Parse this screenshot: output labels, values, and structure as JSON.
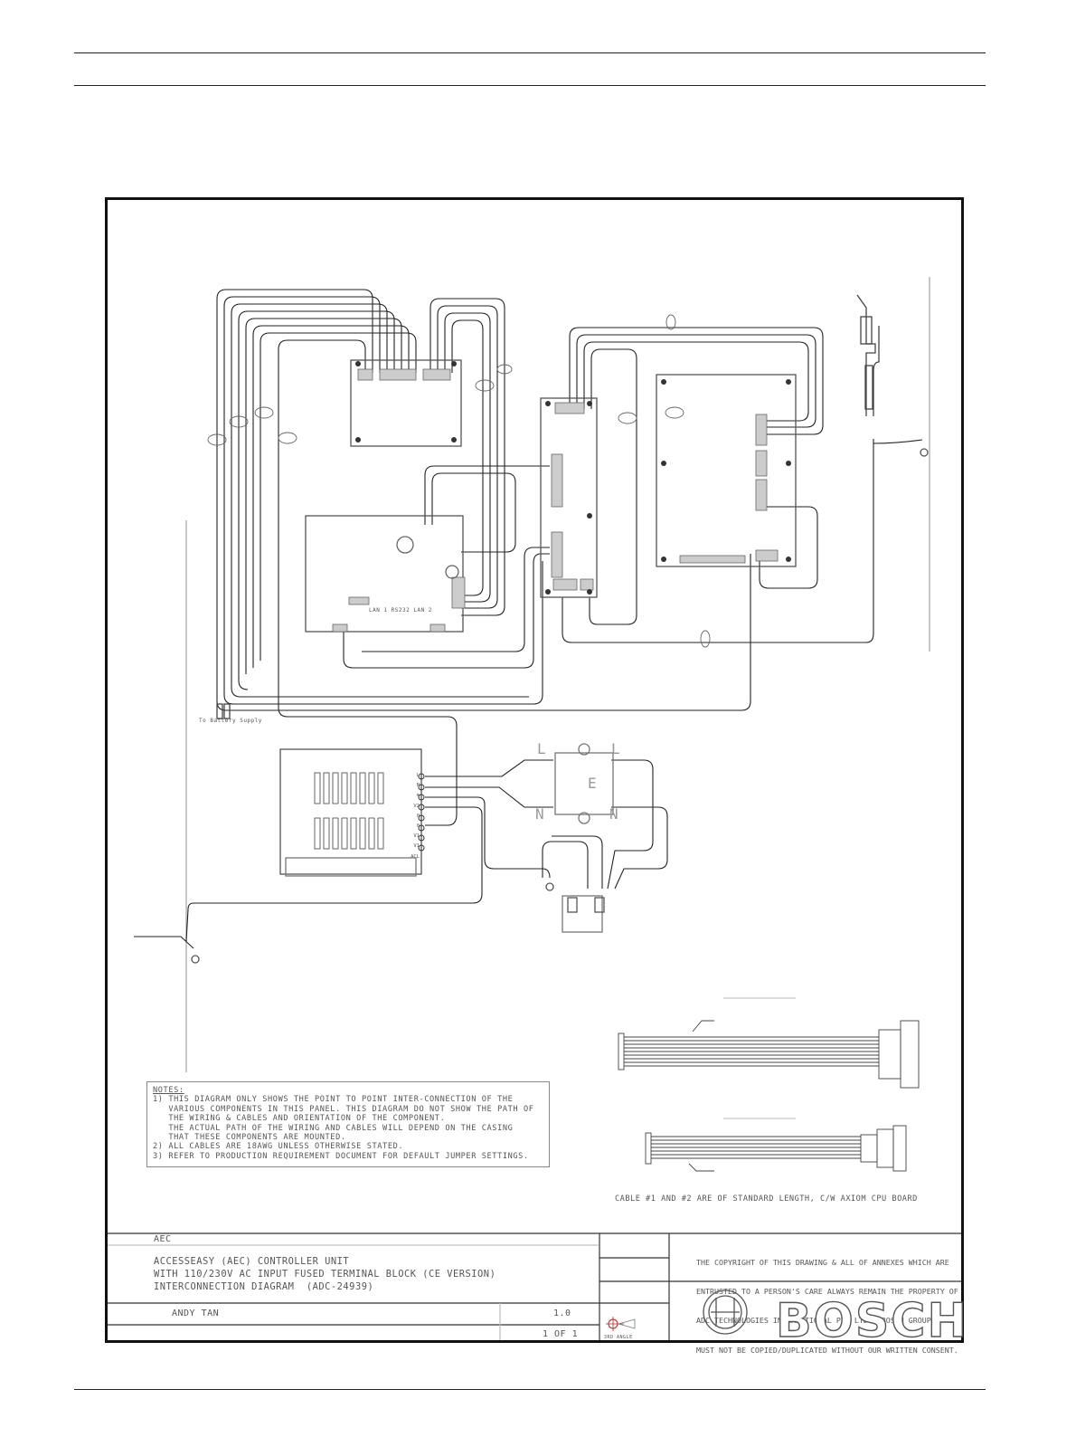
{
  "diagram": {
    "labels": {
      "battery": "To Battery Supply",
      "lan": "LAN 1 RS232 LAN 2",
      "cable_note": "CABLE #1 AND #2 ARE OF STANDARD LENGTH, C/W AXIOM CPU BOARD",
      "terminal_L": "L",
      "terminal_N": "N",
      "terminal_E": "E",
      "psu_terminals": [
        "L",
        "N",
        "⊕",
        "V2",
        "0",
        "0",
        "V1",
        "V1",
        "ACL"
      ]
    }
  },
  "notes": {
    "heading": "NOTES:",
    "lines": [
      "1) THIS DIAGRAM ONLY SHOWS THE POINT TO POINT INTER-CONNECTION OF THE",
      "   VARIOUS COMPONENTS IN THIS PANEL. THIS DIAGRAM DO NOT SHOW THE PATH OF",
      "   THE WIRING & CABLES AND ORIENTATION OF THE COMPONENT.",
      "   THE ACTUAL PATH OF THE WIRING AND CABLES WILL DEPEND ON THE CASING",
      "   THAT THESE COMPONENTS ARE MOUNTED.",
      "2) ALL CABLES ARE 18AWG UNLESS OTHERWISE STATED.",
      "3) REFER TO PRODUCTION REQUIREMENT DOCUMENT FOR DEFAULT JUMPER SETTINGS."
    ]
  },
  "title_block": {
    "project": "AEC",
    "title_lines": [
      "ACCESSEASY (AEC) CONTROLLER UNIT",
      "WITH 110/230V AC INPUT FUSED TERMINAL BLOCK (CE VERSION)",
      "INTERCONNECTION DIAGRAM  (ADC-24939)"
    ],
    "drawn_by": "ANDY TAN",
    "revision": "1.0",
    "sheet": "1 OF 1",
    "projection": "3RD ANGLE",
    "copyright": [
      "THE COPYRIGHT OF THIS DRAWING & ALL OF ANNEXES WHICH ARE",
      "ENTRUSTED TO A PERSON'S CARE ALWAYS REMAIN THE PROPERTY OF",
      "ADC TECHNOLOGIES INTERNATIONAL PTE LTD - BOSCH GROUP. THEY",
      "MUST NOT BE COPIED/DUPLICATED WITHOUT OUR WRITTEN CONSENT."
    ],
    "logo_text": "BOSCH"
  }
}
